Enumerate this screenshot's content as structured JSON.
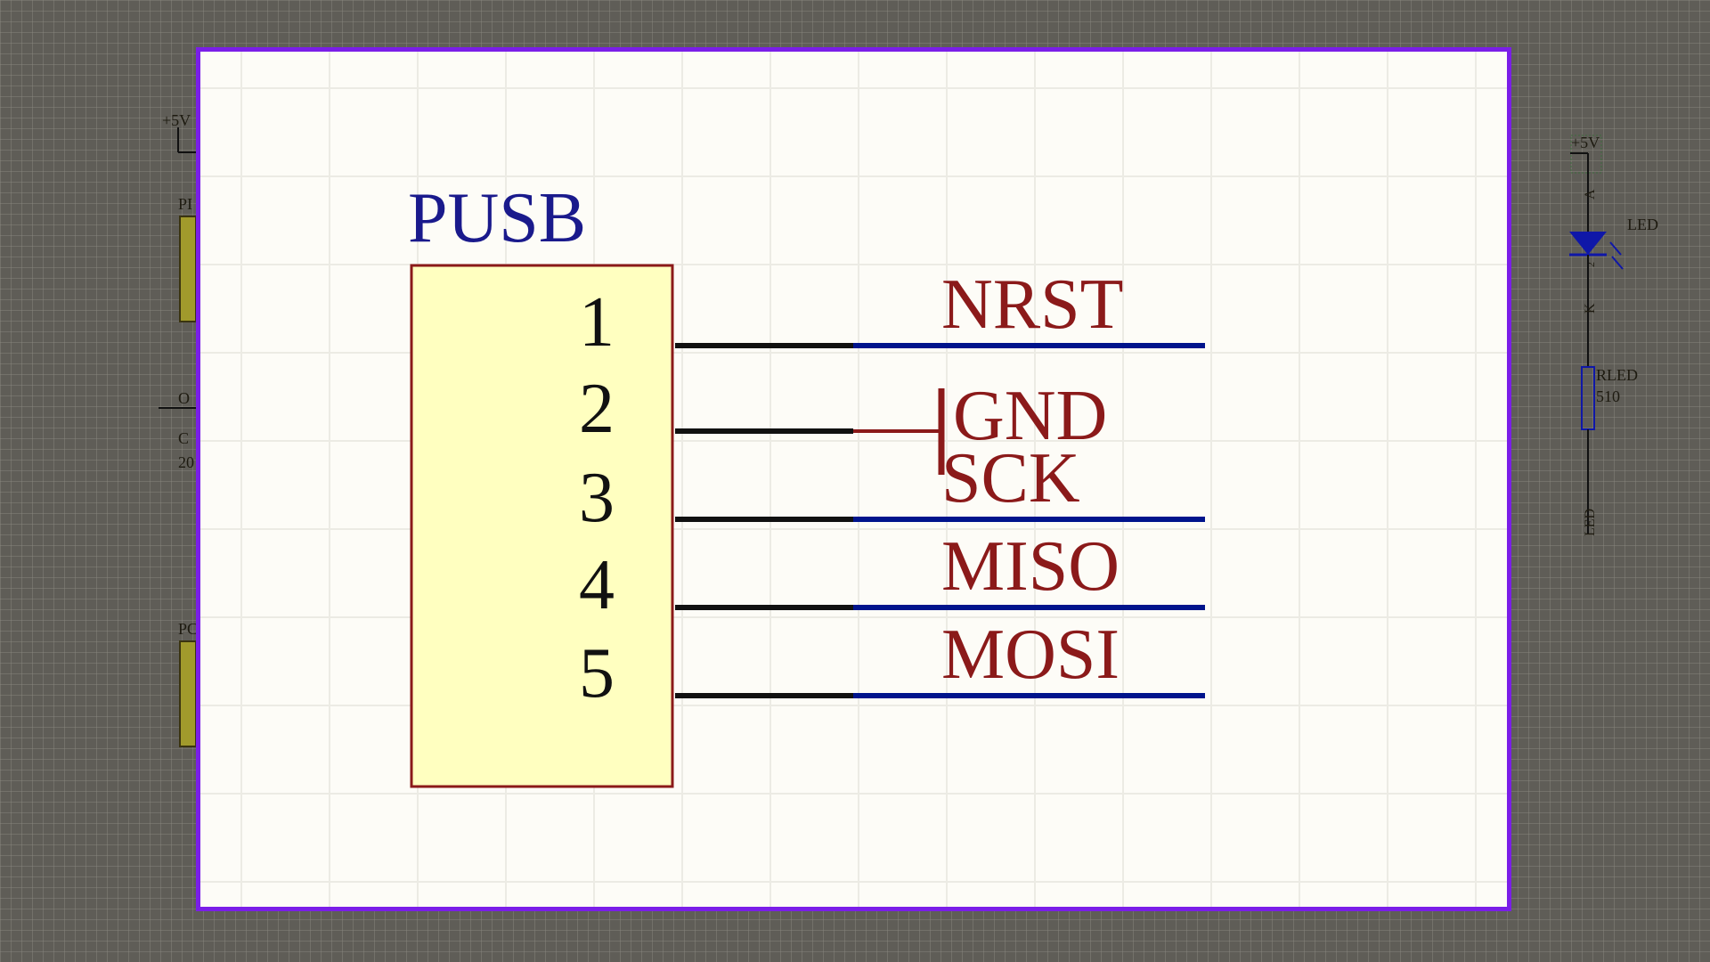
{
  "component": {
    "designator": "PUSB",
    "pins": [
      {
        "number": "1",
        "net": "NRST"
      },
      {
        "number": "2",
        "net": "GND"
      },
      {
        "number": "3",
        "net": "SCK"
      },
      {
        "number": "4",
        "net": "MISO"
      },
      {
        "number": "5",
        "net": "MOSI"
      }
    ]
  },
  "background": {
    "left": {
      "power_label": "+5V",
      "label_p1": "PI",
      "label_o": "O",
      "label_c": "C",
      "label_20": "20",
      "label_p2": "PC"
    },
    "right": {
      "power_label": "+5V",
      "anode_label": "A",
      "cathode_label": "K",
      "pin2_label": "2",
      "led_designator": "LED",
      "resistor_designator": "RLED",
      "resistor_value": "510",
      "net_label": "LED"
    }
  },
  "colors": {
    "sheet_border": "#7a1ee8",
    "component_fill": "#ffffc0",
    "component_outline": "#8b1a1a",
    "wire": "#00148c",
    "net_label": "#8b1a1a",
    "designator": "#1a1a8c",
    "pin_line": "#111111"
  }
}
